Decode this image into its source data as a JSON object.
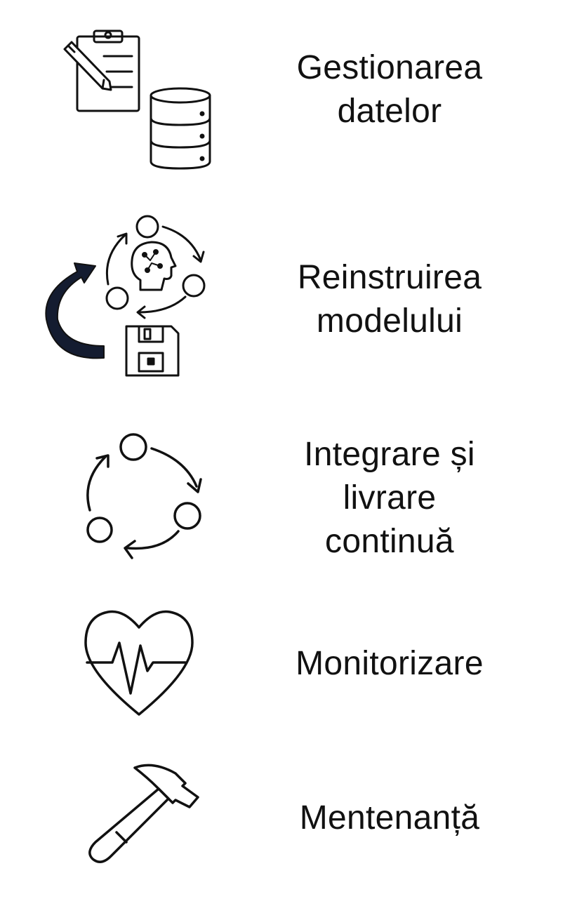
{
  "steps": [
    {
      "id": "data",
      "icon": "clipboard-database-icon",
      "label_lines": [
        "Gestionarea",
        "datelor"
      ]
    },
    {
      "id": "retrain",
      "icon": "retrain-cycle-icon",
      "label_lines": [
        "Reinstruirea",
        "modelului"
      ]
    },
    {
      "id": "cicd",
      "icon": "cycle-icon",
      "label_lines": [
        "Integrare și",
        "livrare",
        "continuă"
      ]
    },
    {
      "id": "monitor",
      "icon": "heartbeat-icon",
      "label_lines": [
        "Monitorizare"
      ]
    },
    {
      "id": "maint",
      "icon": "hammer-icon",
      "label_lines": [
        "Mentenanță"
      ]
    }
  ],
  "colors": {
    "line": "#111111",
    "arrow_fill": "#141c30",
    "background": "#ffffff"
  }
}
